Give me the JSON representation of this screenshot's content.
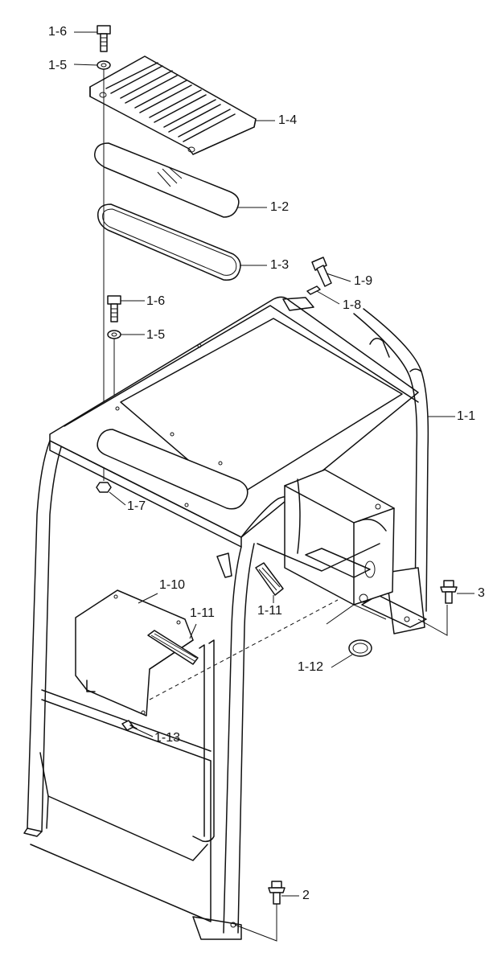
{
  "labels": {
    "l1_6a": "1-6",
    "l1_5a": "1-5",
    "l1_4": "1-4",
    "l1_2": "1-2",
    "l1_3": "1-3",
    "l1_9": "1-9",
    "l1_8": "1-8",
    "l1_6b": "1-6",
    "l1_5b": "1-5",
    "l1_1": "1-1",
    "l1_7": "1-7",
    "l1_10": "1-10",
    "l1_11a": "1-11",
    "l1_11b": "1-11",
    "l3": "3",
    "l1_12": "1-12",
    "l1_13": "1-13",
    "l2": "2"
  }
}
